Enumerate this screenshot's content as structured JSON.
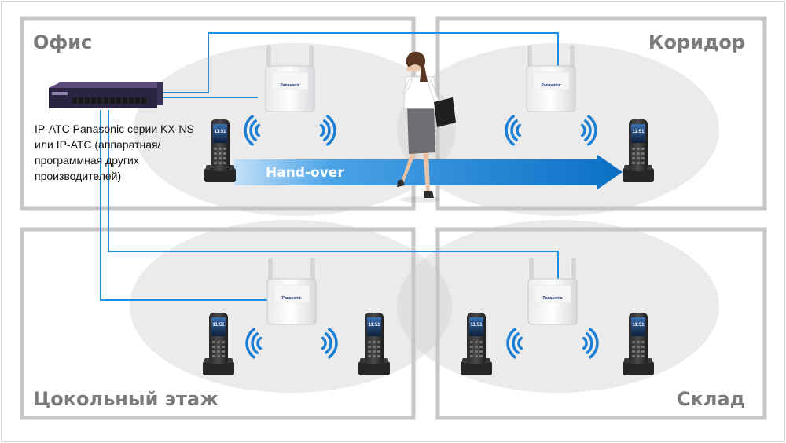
{
  "rooms": {
    "office": "Офис",
    "corridor": "Коридор",
    "basement": "Цокольный этаж",
    "warehouse": "Склад"
  },
  "pbx": {
    "lines": [
      "IP-АТС Panasonic серии KX-NS",
      "или IP-АТС (аппаратная/",
      "программная других",
      "производителей)"
    ]
  },
  "handover": {
    "label": "Hand-over"
  },
  "device": {
    "brand": "Panasonic",
    "clock": "11:51"
  },
  "colors": {
    "room_border": "#c8c8c8",
    "cable": "#1f8fe0",
    "arrow_start": "#b6d9f7",
    "arrow_end": "#0a74cc",
    "wifi": "#1b7fd6",
    "label": "#7b7b7b"
  }
}
